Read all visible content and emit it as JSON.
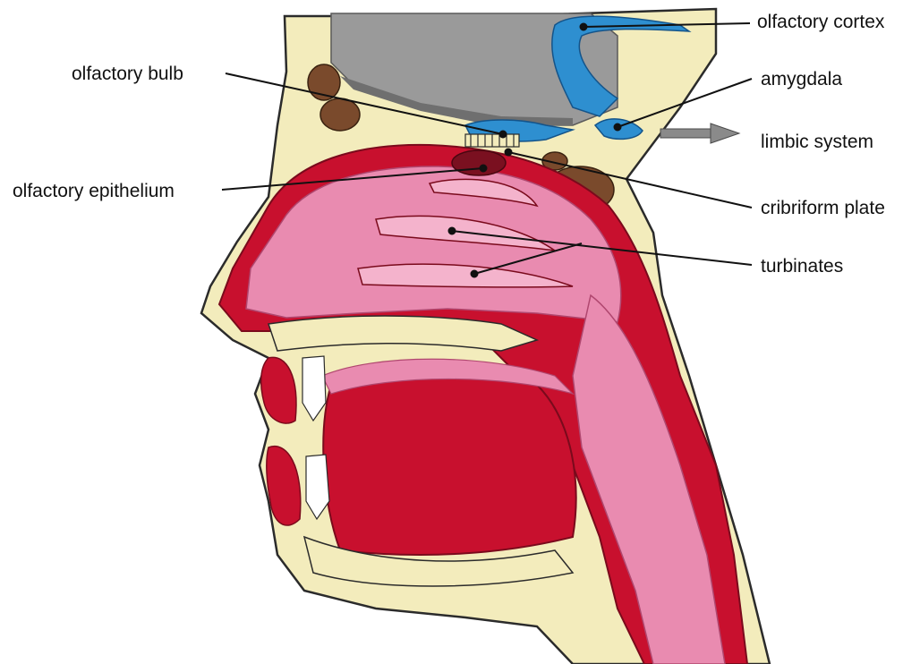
{
  "labels": {
    "olfactory_cortex": "olfactory cortex",
    "amygdala": "amygdala",
    "limbic_system": "limbic system",
    "cribriform_plate": "cribriform plate",
    "turbinates": "turbinates",
    "olfactory_bulb": "olfactory bulb",
    "olfactory_epithelium": "olfactory epithelium"
  },
  "colors": {
    "skin_outline": "#2b2b2b",
    "bone_cream": "#f3ecbc",
    "brain_gray": "#9a9a9a",
    "olfactory_blue": "#2e8fd0",
    "muscle_red": "#c8102e",
    "mucosa_pink": "#e98bb0",
    "sinus_brown": "#7a4a2c",
    "arrow_gray": "#8a8a8a",
    "leader_line": "#111111"
  }
}
